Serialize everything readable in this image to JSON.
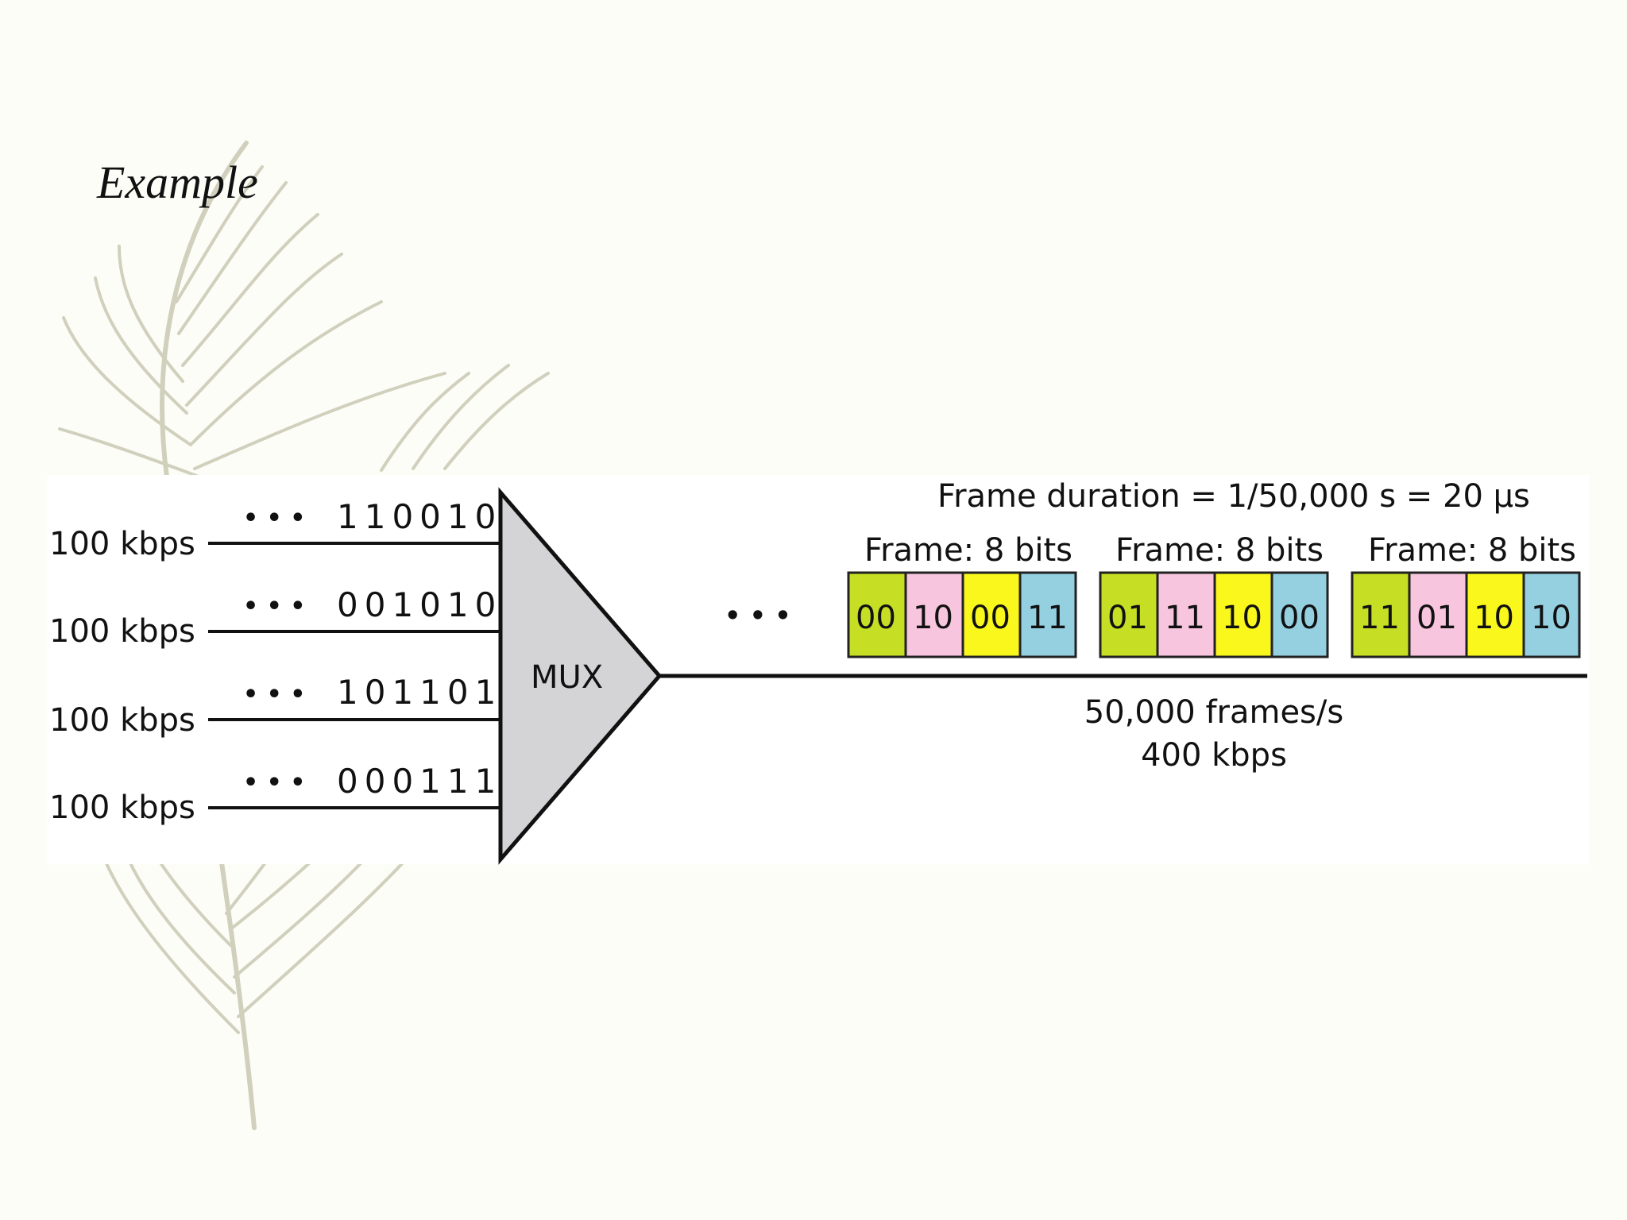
{
  "slide": {
    "title": "Example"
  },
  "colors": {
    "background": "#fdfdf8",
    "feather": "#c9c9b3",
    "mux_fill": "#d4d4d6",
    "slot_green": "#c6de23",
    "slot_pink": "#f7c5dd",
    "slot_yellow": "#faf71d",
    "slot_blue": "#95d0e1"
  },
  "diagram": {
    "inputs": [
      {
        "rate": "100 kbps",
        "dots": "• • •",
        "bits": "110010"
      },
      {
        "rate": "100 kbps",
        "dots": "• • •",
        "bits": "001010"
      },
      {
        "rate": "100 kbps",
        "dots": "• • •",
        "bits": "101101"
      },
      {
        "rate": "100 kbps",
        "dots": "• • •",
        "bits": "000111"
      }
    ],
    "mux_label": "MUX",
    "output_dots": "• • •",
    "frame_duration": "Frame duration = 1/50,000 s = 20 µs",
    "frames": [
      {
        "label": "Frame: 8 bits",
        "slots": [
          "00",
          "10",
          "00",
          "11"
        ]
      },
      {
        "label": "Frame: 8 bits",
        "slots": [
          "01",
          "11",
          "10",
          "00"
        ]
      },
      {
        "label": "Frame: 8 bits",
        "slots": [
          "11",
          "01",
          "10",
          "10"
        ]
      }
    ],
    "output_frame_rate": "50,000 frames/s",
    "output_bit_rate": "400 kbps"
  }
}
